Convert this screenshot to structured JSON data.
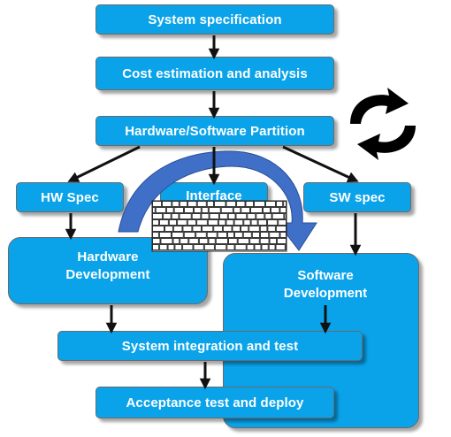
{
  "diagram": {
    "boxes": {
      "system_spec": "System specification",
      "cost_estimation": "Cost estimation and analysis",
      "partition": "Hardware/Software Partition",
      "hw_spec": "HW Spec",
      "interface": "Interface",
      "sw_spec": "SW spec",
      "hw_dev_line1": "Hardware",
      "hw_dev_line2": "Development",
      "sw_dev_line1": "Software",
      "sw_dev_line2": "Development",
      "integration": "System integration and test",
      "acceptance": "Acceptance test and deploy"
    },
    "icons": {
      "cycle": "circular-arrows-icon",
      "wall": "brick-wall-icon",
      "curve": "curved-arrow-icon"
    },
    "colors": {
      "box_fill": "#0aa3ea",
      "box_border": "#6a6a6a",
      "arrow": "#111111",
      "curve_fill": "#3f6fc7",
      "wall_stroke": "#222222"
    }
  }
}
